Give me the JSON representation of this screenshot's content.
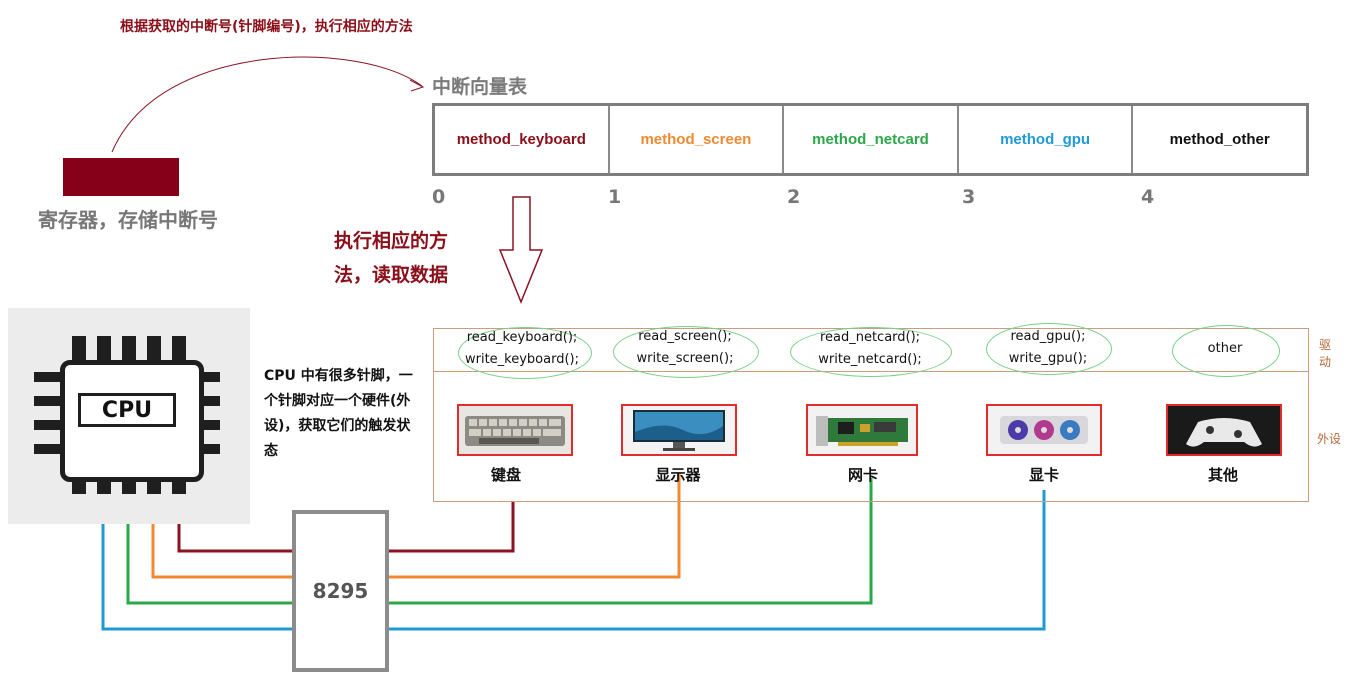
{
  "top_note": "根据获取的中断号(针脚编号)，执行相应的方法",
  "register": {
    "label": "寄存器，存储中断号",
    "color": "#86001a"
  },
  "ivt": {
    "title": "中断向量表",
    "entries": [
      {
        "method": "method_keyboard",
        "color": "#8b0f1a",
        "index": "0"
      },
      {
        "method": "method_screen",
        "color": "#f08a30",
        "index": "1"
      },
      {
        "method": "method_netcard",
        "color": "#2aa84a",
        "index": "2"
      },
      {
        "method": "method_gpu",
        "color": "#1f9ad6",
        "index": "3"
      },
      {
        "method": "method_other",
        "color": "#111111",
        "index": "4"
      }
    ]
  },
  "exec_note": "执行相应的方法，读取数据",
  "cpu": {
    "label": "CPU",
    "description": "CPU 中有很多针脚，一个针脚对应一个硬件(外设)，获取它们的触发状态"
  },
  "driver_label": "驱动",
  "peripheral_label": "外设",
  "drivers": [
    {
      "line1": "read_keyboard();",
      "line2": "write_keyboard();"
    },
    {
      "line1": "read_screen();",
      "line2": "write_screen();"
    },
    {
      "line1": "read_netcard();",
      "line2": "write_netcard();"
    },
    {
      "line1": "read_gpu();",
      "line2": "write_gpu();"
    },
    {
      "line1": "other",
      "line2": ""
    }
  ],
  "devices": [
    {
      "name": "键盘",
      "icon": "keyboard-photo"
    },
    {
      "name": "显示器",
      "icon": "monitor-photo"
    },
    {
      "name": "网卡",
      "icon": "network-card-photo"
    },
    {
      "name": "显卡",
      "icon": "graphics-card-photo"
    },
    {
      "name": "其他",
      "icon": "game-controller-photo"
    }
  ],
  "controller": {
    "label": "8295"
  },
  "wire_colors": {
    "keyboard": "#8b1324",
    "screen": "#f08a30",
    "netcard": "#2aa84a",
    "gpu": "#1f9ad6"
  }
}
